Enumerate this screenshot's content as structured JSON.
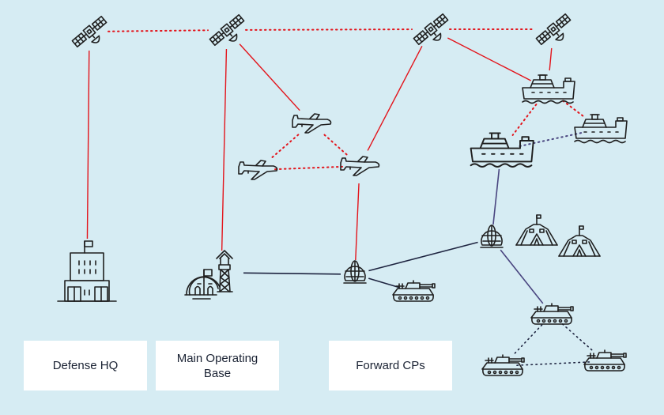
{
  "labels": {
    "defense_hq": "Defense HQ",
    "main_operating_base": "Main Operating Base",
    "forward_cps": "Forward CPs"
  },
  "colors": {
    "background": "#d6ecf3",
    "link_satellite": "#e3141b",
    "link_ground": "#1e2440",
    "link_ground_alt": "#4a4680",
    "label_box": "#ffffff"
  },
  "nodes": [
    {
      "id": "sat1",
      "type": "satellite"
    },
    {
      "id": "sat2",
      "type": "satellite"
    },
    {
      "id": "sat3",
      "type": "satellite"
    },
    {
      "id": "sat4",
      "type": "satellite"
    },
    {
      "id": "drone1",
      "type": "drone"
    },
    {
      "id": "drone2",
      "type": "drone"
    },
    {
      "id": "drone3",
      "type": "drone"
    },
    {
      "id": "ship1",
      "type": "ship"
    },
    {
      "id": "ship2",
      "type": "ship"
    },
    {
      "id": "ship3",
      "type": "ship"
    },
    {
      "id": "hq",
      "type": "building"
    },
    {
      "id": "base",
      "type": "base"
    },
    {
      "id": "globe1",
      "type": "globe"
    },
    {
      "id": "globe2",
      "type": "globe"
    },
    {
      "id": "tent1",
      "type": "tent"
    },
    {
      "id": "tent2",
      "type": "tent"
    },
    {
      "id": "tank1",
      "type": "tank"
    },
    {
      "id": "tank2",
      "type": "tank"
    },
    {
      "id": "tank3",
      "type": "tank"
    },
    {
      "id": "tank4",
      "type": "tank"
    }
  ],
  "links": [
    {
      "from": "sat1",
      "to": "sat2",
      "style": "dotted-red"
    },
    {
      "from": "sat2",
      "to": "sat3",
      "style": "dotted-red"
    },
    {
      "from": "sat3",
      "to": "sat4",
      "style": "dotted-red"
    },
    {
      "from": "sat1",
      "to": "hq",
      "style": "solid-red"
    },
    {
      "from": "sat2",
      "to": "base",
      "style": "solid-red"
    },
    {
      "from": "sat2",
      "to": "drone1",
      "style": "solid-red"
    },
    {
      "from": "sat3",
      "to": "drone3",
      "style": "solid-red"
    },
    {
      "from": "sat3",
      "to": "ship1",
      "style": "solid-red"
    },
    {
      "from": "sat4",
      "to": "ship1",
      "style": "solid-red"
    },
    {
      "from": "drone1",
      "to": "drone2",
      "style": "dotted-red"
    },
    {
      "from": "drone1",
      "to": "drone3",
      "style": "dotted-red"
    },
    {
      "from": "drone2",
      "to": "drone3",
      "style": "dotted-red"
    },
    {
      "from": "drone3",
      "to": "globe1",
      "style": "solid-red"
    },
    {
      "from": "ship1",
      "to": "ship2",
      "style": "dotted-red"
    },
    {
      "from": "ship1",
      "to": "ship3",
      "style": "dotted-red"
    },
    {
      "from": "ship2",
      "to": "ship3",
      "style": "dotted-red"
    },
    {
      "from": "ship2",
      "to": "globe2",
      "style": "solid-dark"
    },
    {
      "from": "base",
      "to": "globe1",
      "style": "solid-dark"
    },
    {
      "from": "globe1",
      "to": "globe2",
      "style": "solid-dark"
    },
    {
      "from": "globe1",
      "to": "tank1",
      "style": "solid-dark"
    },
    {
      "from": "globe2",
      "to": "tank2",
      "style": "solid-dark"
    },
    {
      "from": "tank2",
      "to": "tank3",
      "style": "dotted-dark"
    },
    {
      "from": "tank2",
      "to": "tank4",
      "style": "dotted-dark"
    },
    {
      "from": "tank3",
      "to": "tank4",
      "style": "dotted-dark"
    }
  ]
}
